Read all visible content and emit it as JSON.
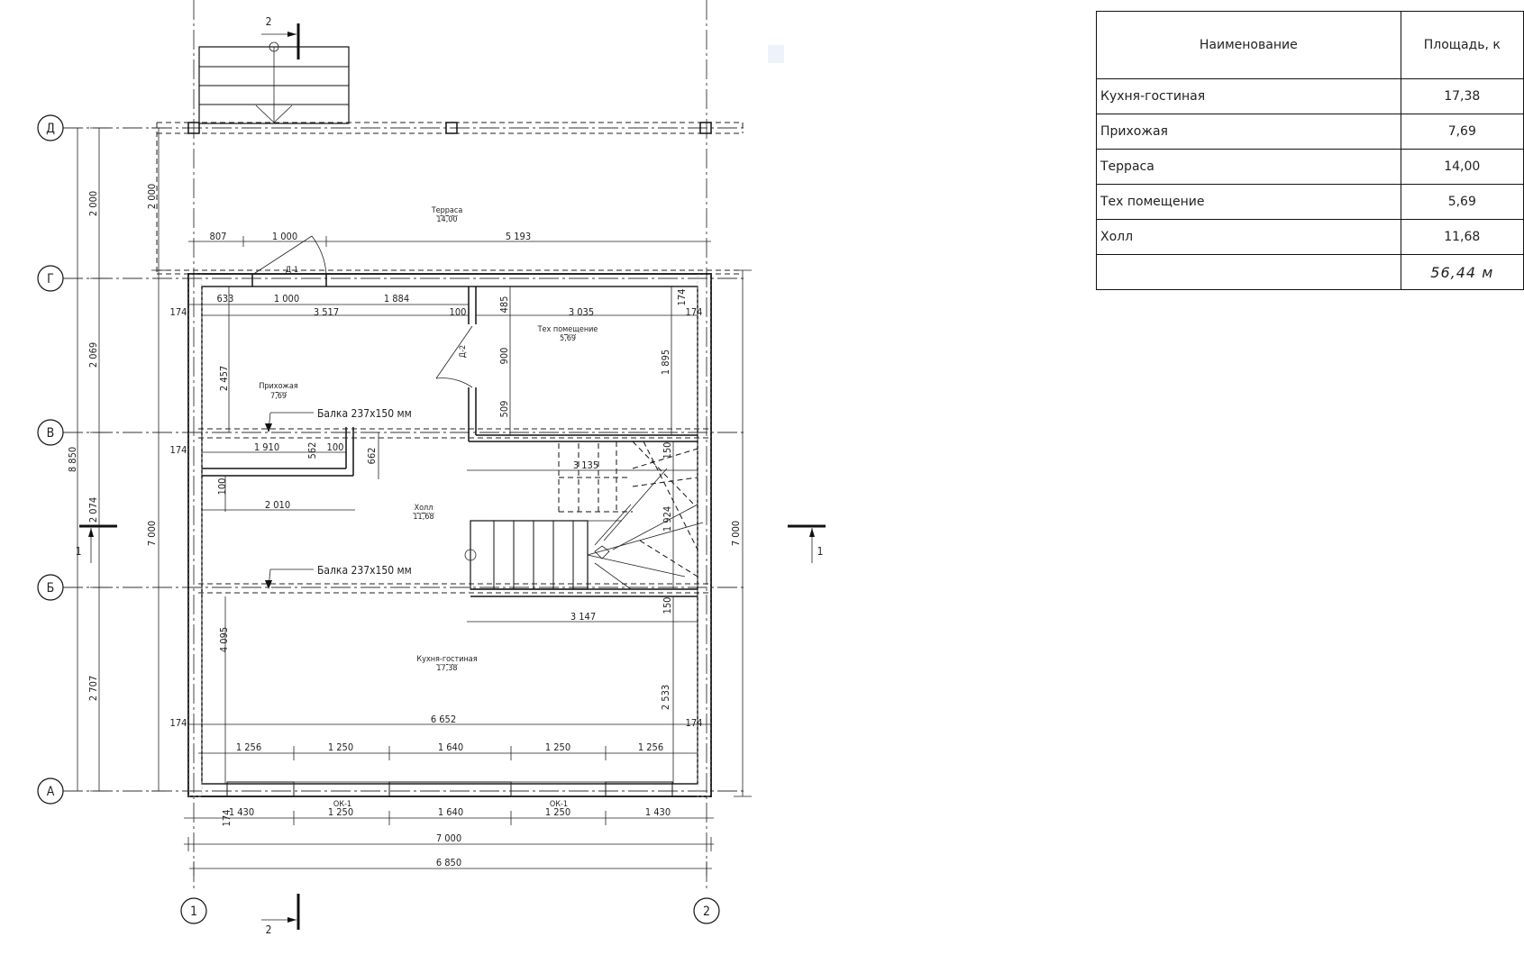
{
  "schedule": {
    "headers": [
      "Наименование",
      "Площадь, к"
    ],
    "rows": [
      {
        "name": "Кухня-гостиная",
        "area": "17,38"
      },
      {
        "name": "Прихожая",
        "area": "7,69"
      },
      {
        "name": "Терраса",
        "area": "14,00"
      },
      {
        "name": "Тех помещение",
        "area": "5,69"
      },
      {
        "name": "Холл",
        "area": "11,68"
      }
    ],
    "total": "56,44 м"
  },
  "axes": {
    "rows": [
      "Д",
      "Г",
      "В",
      "Б",
      "А"
    ],
    "cols": [
      "1",
      "2"
    ]
  },
  "sections": {
    "top": "2",
    "bottom": "2",
    "left": "1",
    "right": "1"
  },
  "rooms": {
    "terrace": {
      "name": "Терраса",
      "area": "14,00"
    },
    "tech": {
      "name": "Тех помещение",
      "area": "5,69"
    },
    "hall_entry": {
      "name": "Прихожая",
      "area": "7,69"
    },
    "hall": {
      "name": "Холл",
      "area": "11,68"
    },
    "kitchen": {
      "name": "Кухня-гостиная",
      "area": "17,38"
    }
  },
  "beams": [
    "Балка 237х150 мм",
    "Балка 237х150 мм"
  ],
  "doors": [
    "Д-1",
    "Д-2"
  ],
  "windows": [
    "ОК-1",
    "ОК-1"
  ],
  "dims": {
    "left_chain": [
      "2 000",
      "2 069",
      "2 074",
      "2 707"
    ],
    "left_total": "8 850",
    "left_inner": [
      "2 000",
      "7 000"
    ],
    "right_total": "7 000",
    "terrace_row": [
      "807",
      "1 000",
      "5 193"
    ],
    "entry_row": [
      "633",
      "1 000",
      "1 884"
    ],
    "entry_row2": [
      "3 517",
      "100",
      "3 035"
    ],
    "side174": [
      "174",
      "174",
      "174",
      "174",
      "174",
      "174",
      "174"
    ],
    "tech_vert": [
      "485",
      "900",
      "509",
      "1 895"
    ],
    "entry_vert": [
      "2 457"
    ],
    "hall_row": [
      "1 910",
      "562",
      "100",
      "662"
    ],
    "stair": [
      "3 135",
      "150",
      "1 924",
      "3 147",
      "150"
    ],
    "hall_left": [
      "100",
      "2 010"
    ],
    "kitchen": [
      "4 095",
      "6 652",
      "2 533"
    ],
    "window_row": [
      "1 256",
      "1 250",
      "1 640",
      "1 250",
      "1 256"
    ],
    "bottom_row": [
      "1 430",
      "1 250",
      "1 640",
      "1 250",
      "1 430"
    ],
    "bottom_total1": "7 000",
    "bottom_total2": "6 850"
  }
}
